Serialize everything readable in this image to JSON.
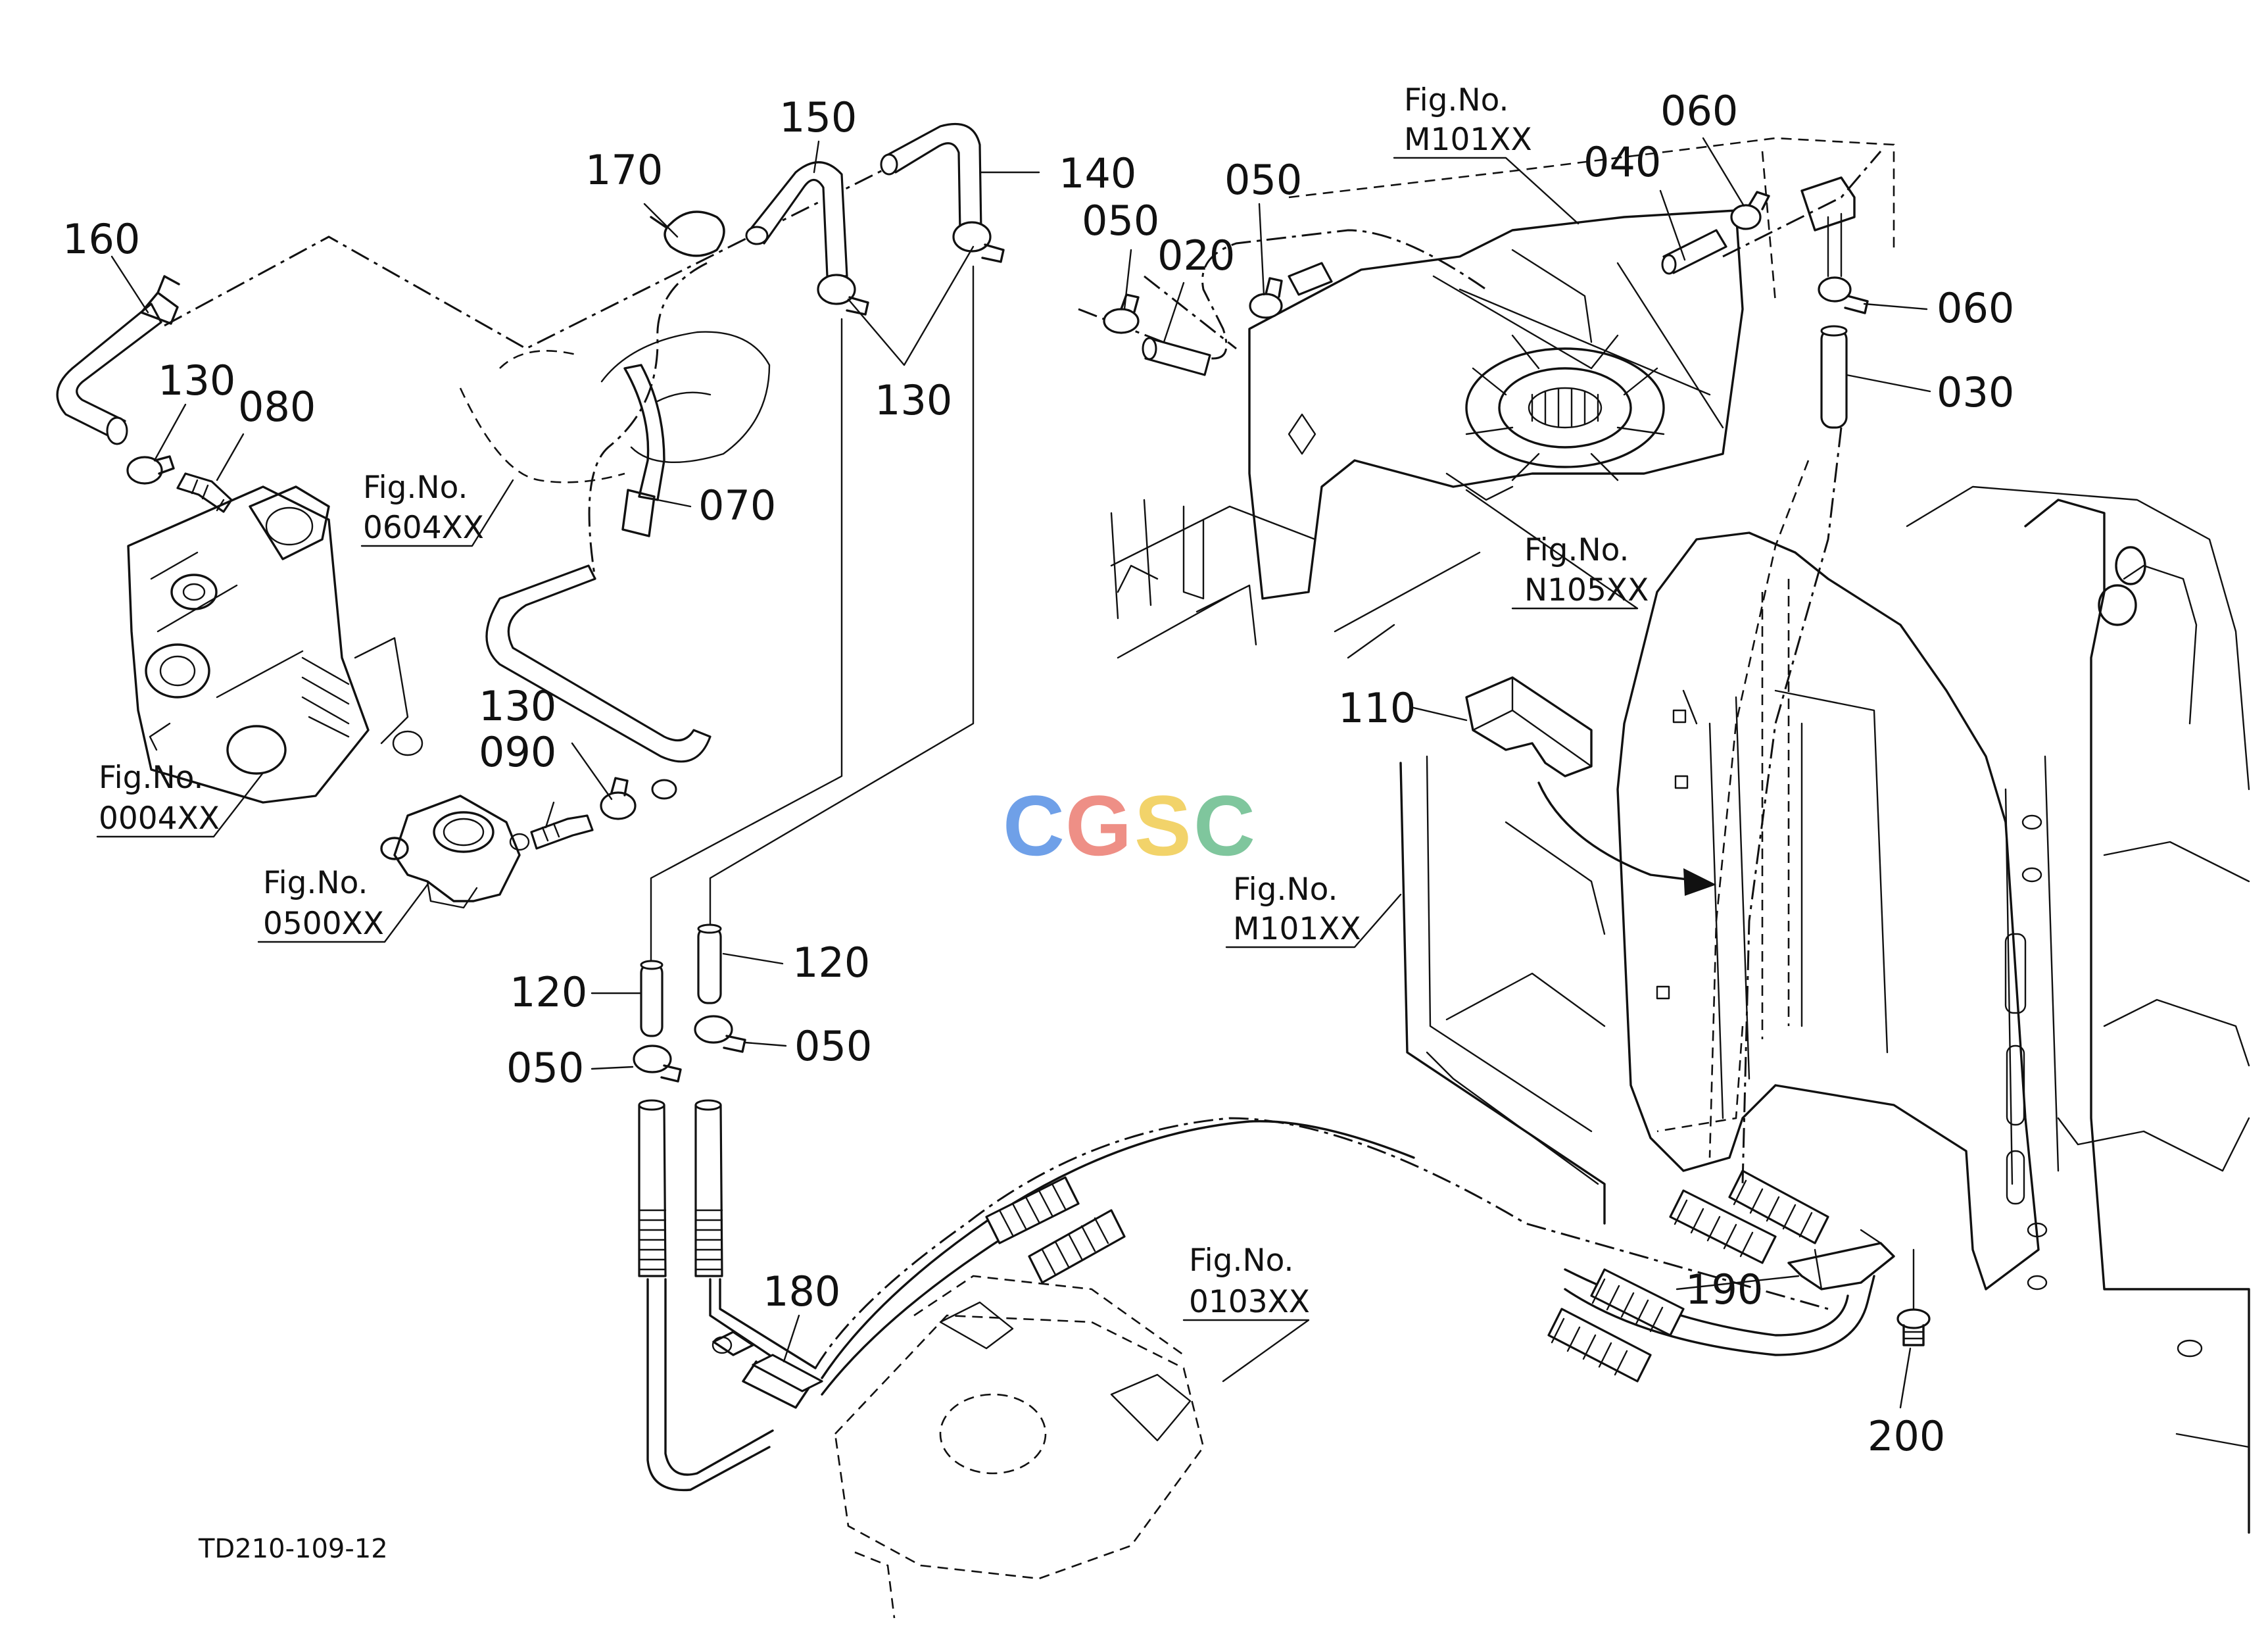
{
  "diagram_id": "TD210-109-12",
  "watermark": {
    "text": "CGSC",
    "letters": [
      "C",
      "G",
      "S",
      "C"
    ],
    "colors": [
      "#6fa0e8",
      "#ee8f86",
      "#f2d36a",
      "#7fc69d"
    ]
  },
  "part_labels": {
    "p160": "160",
    "p130_a": "130",
    "p080": "080",
    "p170": "170",
    "p150": "150",
    "p140": "140",
    "p130_b": "130",
    "p070": "070",
    "p130_c": "130",
    "p090": "090",
    "p120_a": "120",
    "p120_b": "120",
    "p050_a": "050",
    "p050_b": "050",
    "p180": "180",
    "p050_c": "050",
    "p020": "020",
    "p050_d": "050",
    "p040": "040",
    "p060_a": "060",
    "p060_b": "060",
    "p030": "030",
    "p110": "110",
    "p190": "190",
    "p200": "200"
  },
  "figure_refs": {
    "f0604": {
      "title": "Fig.No.",
      "code": "0604XX"
    },
    "f0004": {
      "title": "Fig.No.",
      "code": "0004XX"
    },
    "f0500": {
      "title": "Fig.No.",
      "code": "0500XX"
    },
    "fM101_top": {
      "title": "Fig.No.",
      "code": "M101XX"
    },
    "fN105": {
      "title": "Fig.No.",
      "code": "N105XX"
    },
    "fM101_mid": {
      "title": "Fig.No.",
      "code": "M101XX"
    },
    "f0103": {
      "title": "Fig.No.",
      "code": "0103XX"
    }
  }
}
